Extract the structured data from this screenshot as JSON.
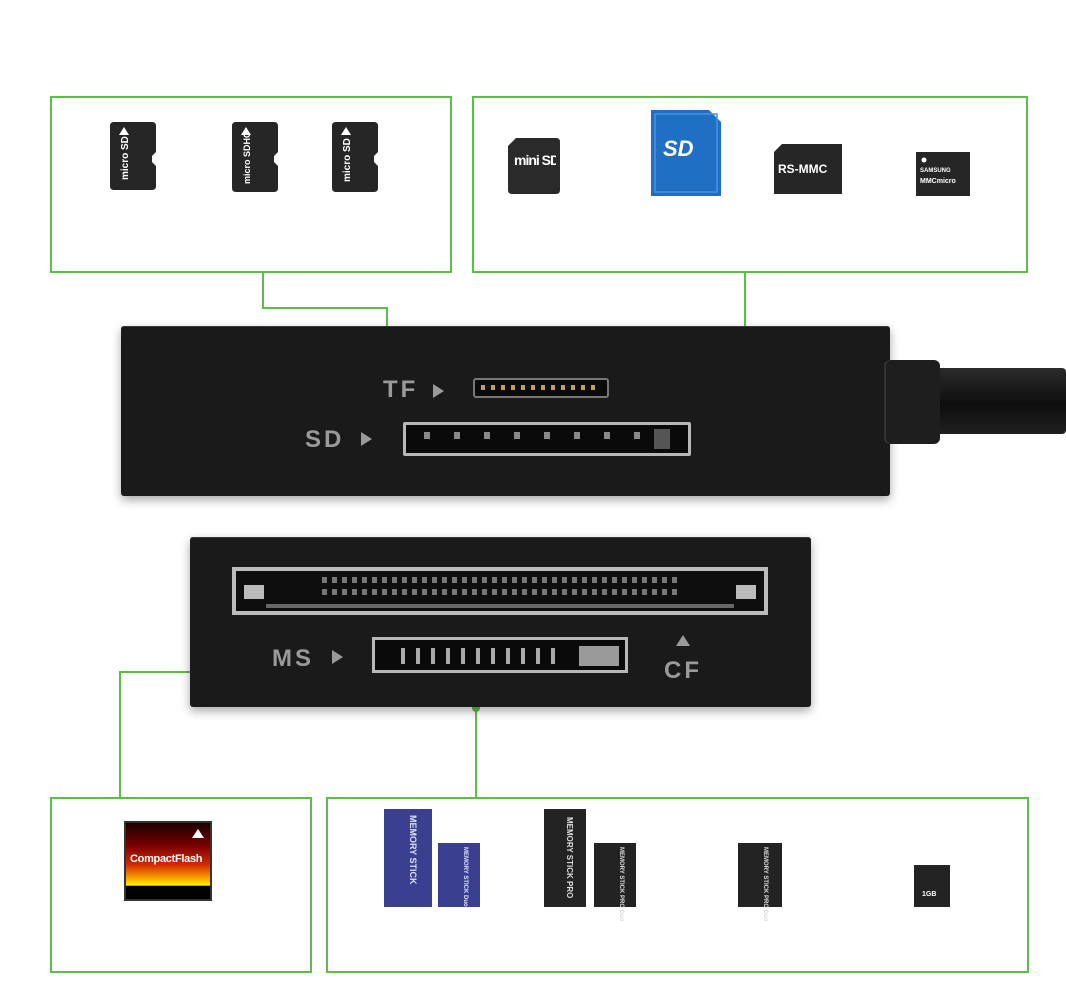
{
  "top_left_cards": {
    "card_1": "micro SD",
    "card_2": "micro SDHC",
    "card_3": "micro SD"
  },
  "top_right_cards": {
    "mini_sd": "mini SD",
    "rs_mmc": "RS-MMC",
    "samsung": "SAMSUNG",
    "mmc_micro": "MMCmicro"
  },
  "reader_top": {
    "tf_label": "TF",
    "sd_label": "SD"
  },
  "reader_bottom": {
    "ms_label": "MS",
    "cf_label": "CF"
  },
  "bottom_left_cards": {
    "compact_flash": "CompactFlash"
  },
  "bottom_right_cards": {
    "memory_stick": "MEMORY STICK",
    "memory_stick_duo": "MEMORY STICK Duo",
    "memory_stick_pro": "MEMORY STICK PRO",
    "memory_stick_pro_duo": "MEMORY STICK PRO Duo",
    "ms_pro_duo_small": "MEMORY STICK PRO Duo",
    "m2_size": "1GB"
  },
  "colors": {
    "accent_green": "#5cbf45",
    "device_body": "#1a1a1a",
    "sd_blue": "#1f6fc4",
    "ms_purple": "#3a3f8f"
  }
}
